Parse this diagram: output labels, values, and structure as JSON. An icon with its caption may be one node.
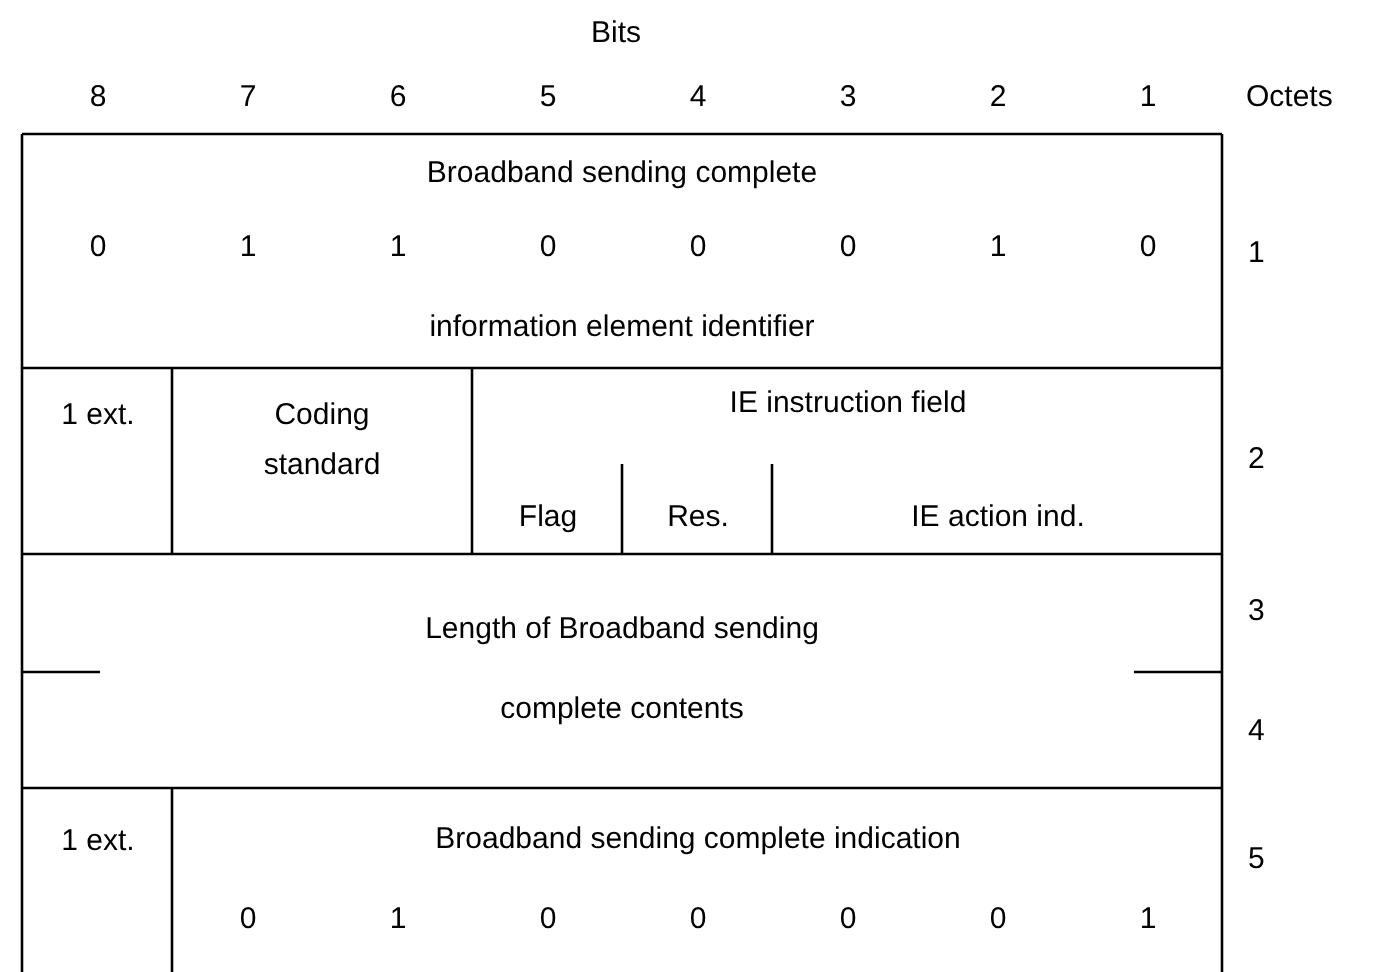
{
  "diagram": {
    "labels": [
      "Bits",
      "8",
      "7",
      "6",
      "5",
      "4",
      "3",
      "2",
      "1",
      "Octets",
      "Broadband sending complete",
      "0",
      "1",
      "1",
      "0",
      "0",
      "0",
      "1",
      "0",
      "1",
      "information element identifier",
      "1 ext.",
      "Coding standard",
      "IE instruction field",
      "2",
      "Flag",
      "Res.",
      "IE action ind.",
      "3",
      "Length of Broadband sending complete contents",
      "4",
      "1 ext.",
      "Broadband sending complete indication",
      "5",
      "0",
      "1",
      "0",
      "0",
      "0",
      "0",
      "1"
    ]
  }
}
